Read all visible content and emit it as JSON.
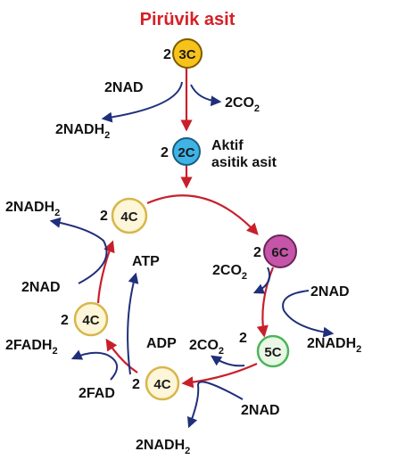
{
  "title": "Pirüvik asit",
  "colors": {
    "title": "#d61f26",
    "arrow_main": "#c8202a",
    "arrow_side": "#1f2f7a",
    "text": "#111111"
  },
  "nodes": {
    "pyruvate": {
      "label": "3C",
      "fill": "#f7c21a",
      "stroke": "#7a5c00"
    },
    "acetyl": {
      "label": "2C",
      "fill": "#3fb3e6",
      "stroke": "#1a5e80"
    },
    "oxaloacetate": {
      "label": "4C",
      "fill": "#fdf6d8",
      "stroke": "#d8b64a"
    },
    "citrate": {
      "label": "6C",
      "fill": "#c455a8",
      "stroke": "#6b2458"
    },
    "ketoglutarate": {
      "label": "5C",
      "fill": "#e9f8e6",
      "stroke": "#4cb558"
    },
    "succinate": {
      "label": "4C",
      "fill": "#fdf6d8",
      "stroke": "#d8b64a"
    },
    "malate": {
      "label": "4C",
      "fill": "#fdf6d8",
      "stroke": "#d8b64a"
    }
  },
  "coefficients": {
    "pyruvate": "2",
    "acetyl": "2",
    "oxaloacetate": "2",
    "citrate": "2",
    "ketoglutarate": "2",
    "succinate": "2",
    "malate": "2"
  },
  "labels": {
    "nad_top": "2NAD",
    "co2_top": "2CO",
    "nadh_top": "2NADH",
    "acetyl_name_1": "Aktif",
    "acetyl_name_2": "asitik asit",
    "nadh_left": "2NADH",
    "nad_left": "2NAD",
    "atp": "ATP",
    "adp": "ADP",
    "fadh": "2FADH",
    "fad": "2FAD",
    "nadh_bottom": "2NADH",
    "nad_bottom": "2NAD",
    "co2_mid": "2CO",
    "nad_right": "2NAD",
    "co2_lower": "2CO",
    "nadh_right": "2NADH"
  },
  "subscripts": {
    "two": "2"
  }
}
